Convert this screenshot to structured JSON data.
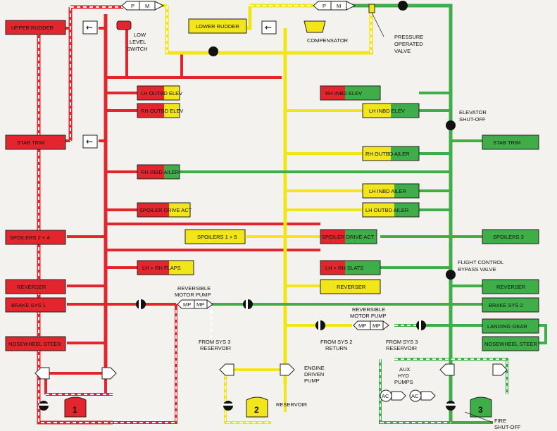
{
  "colors": {
    "sys1": "#e3262e",
    "sys2": "#f2e61a",
    "sys3": "#3fae49",
    "ret": "#ffffff",
    "outline": "#222222"
  },
  "boxes": {
    "upper_rudder": "UPPER RUDDER",
    "stab_trim_l": "STAB TRIM",
    "spoilers_24": "SPOILERS 2 + 4",
    "reverser_l": "REVERSER",
    "brake1": "BRAKE SYS 1",
    "nosewheel_l": "NOSEWHEEL STEER",
    "lower_rudder": "LOWER RUDDER",
    "lh_outbd_elev": "LH OUTBD ELEV",
    "rh_outbd_elev": "RH OUTBD ELEV",
    "rh_inbd_ailer": "RH INBD AILER",
    "spoiler_drive_l": "SPOILER DRIVE ACT",
    "spoilers_15": "SPOILERS 1 + 5",
    "lh_rh_flaps": "LH + RH FLAPS",
    "rh_inbd_elev": "RH INBD ELEV",
    "lh_inbd_elev": "LH INBD ELEV",
    "rh_outbd_ailer": "RH OUTBD AILER",
    "lh_inbd_ailer": "LH INBD AILER",
    "lh_outbd_ailer": "LH OUTBD AILER",
    "spoiler_drive_r": "SPOILER DRIVE ACT",
    "lh_rh_slats": "LH + RH SLATS",
    "reverser_m": "REVERSER",
    "stab_trim_r": "STAB TRIM",
    "spoilers_3": "SPOILERS 3",
    "reverser_r": "REVERSER",
    "brake2": "BRAKE SYS 2",
    "landing_gear": "LANDING GEAR",
    "nosewheel_r": "NOSEWHEEL STEER"
  },
  "labels": {
    "low_level_1": "LOW",
    "low_level_2": "LEVEL",
    "low_level_3": "SWITCH",
    "compensator": "COMPENSATOR",
    "pov_1": "PRESSURE",
    "pov_2": "OPERATED",
    "pov_3": "VALVE",
    "elev_so_1": "ELEVATOR",
    "elev_so_2": "SHUT-OFF",
    "fcbv_1": "FLIGHT CONTROL",
    "fcbv_2": "BYPASS VALVE",
    "rmp1_1": "REVERSIBLE",
    "rmp1_2": "MOTOR PUMP",
    "from3_1": "FROM SYS 3",
    "from3_2": "RESERVOIR",
    "rmp2_1": "REVERSIBLE",
    "rmp2_2": "MOTOR PUMP",
    "from2_1": "FROM SYS 2",
    "from2_2": "RETURN",
    "from3b_1": "FROM SYS 3",
    "from3b_2": "RESERVOIR",
    "edp_1": "ENGINE",
    "edp_2": "DRIVEN",
    "edp_3": "PUMP",
    "reservoir": "RESERVOIR",
    "aux_1": "AUX",
    "aux_2": "HYD",
    "aux_3": "PUMPS",
    "fire_1": "FIRE",
    "fire_2": "SHUT-OFF",
    "p": "P",
    "m": "M",
    "mp": "MP",
    "ac": "AC"
  },
  "reservoirs": {
    "r1": "1",
    "r2": "2",
    "r3": "3"
  }
}
